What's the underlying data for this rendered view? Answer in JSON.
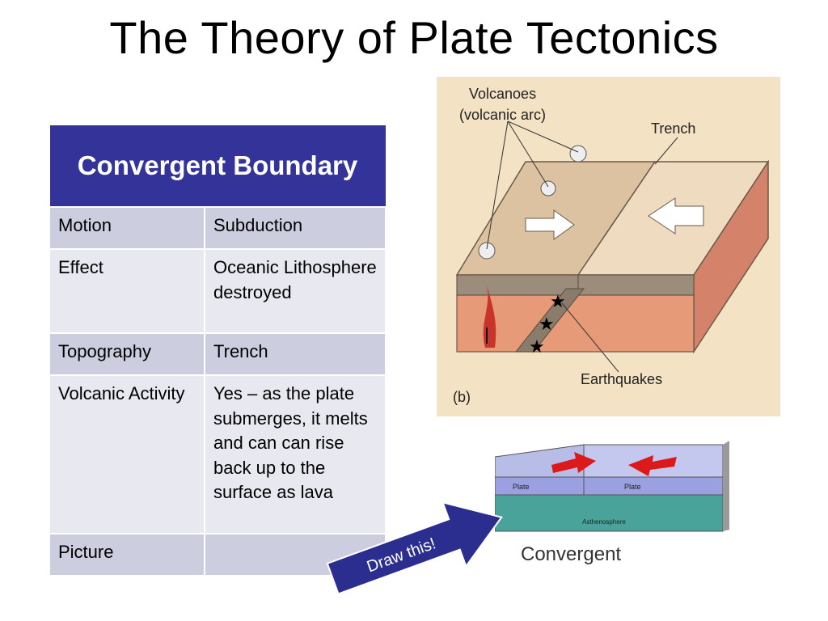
{
  "slide": {
    "title": "The Theory of Plate Tectonics"
  },
  "table": {
    "header": "Convergent Boundary",
    "rows": [
      {
        "label": "Motion",
        "value": "Subduction"
      },
      {
        "label": "Effect",
        "value": "Oceanic Lithosphere destroyed"
      },
      {
        "label": "Topography",
        "value": "Trench"
      },
      {
        "label": "Volcanic Activity",
        "value": "Yes – as the plate submerges, it melts and can can rise back up to the surface as lava"
      },
      {
        "label": "Picture",
        "value": ""
      }
    ]
  },
  "subduction_figure": {
    "label_volcanoes": "Volcanoes",
    "label_arc": "(volcanic arc)",
    "label_trench": "Trench",
    "label_earthquakes": "Earthquakes",
    "label_panel": "(b)"
  },
  "convergent_figure": {
    "label_plate_left": "Plate",
    "label_plate_right": "Plate",
    "label_asthenosphere": "Asthenosphere",
    "caption": "Convergent"
  },
  "callout": {
    "text": "Draw this!"
  },
  "colors": {
    "header_bg": "#333399",
    "row_dark": "#cdcde0",
    "row_light": "#e8e8f0",
    "figure_bg": "#f3e2c3",
    "mantle": "#e79a78",
    "callout_bg": "#2b2e8f"
  }
}
